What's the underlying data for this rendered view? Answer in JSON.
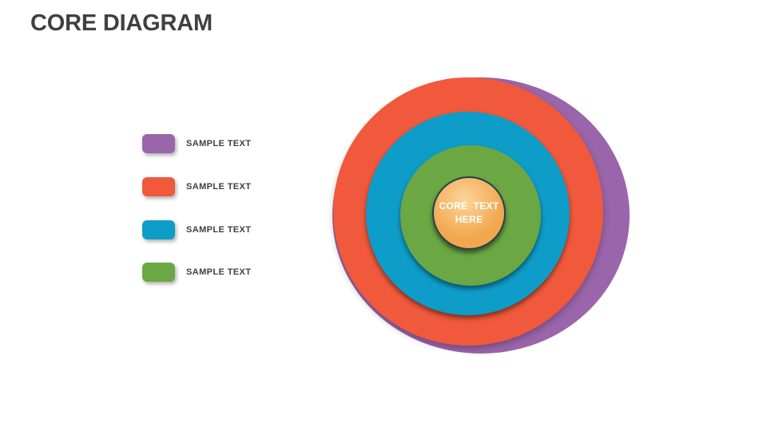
{
  "slide": {
    "title": "CORE DIAGRAM"
  },
  "colors": {
    "background": "#FFFFFF",
    "title-text": "#404040",
    "label-text": "#404040",
    "purple": "#9A65AA",
    "orange": "#F0593B",
    "blue": "#0E9CC9",
    "green": "#6BA844",
    "core-base": "#F2A74E",
    "core-highlight": "#FBD59B",
    "core-border": "#22404E",
    "core-text": "#FFFFFF"
  },
  "legend": {
    "items": [
      {
        "label": "SAMPLE TEXT",
        "color": "purple"
      },
      {
        "label": "SAMPLE TEXT",
        "color": "orange"
      },
      {
        "label": "SAMPLE TEXT",
        "color": "blue"
      },
      {
        "label": "SAMPLE TEXT",
        "color": "green"
      }
    ]
  },
  "diagram": {
    "rings": [
      {
        "name": "back-ring",
        "color": "purple"
      },
      {
        "name": "outer-ring",
        "color": "orange"
      },
      {
        "name": "middle-ring",
        "color": "blue"
      },
      {
        "name": "inner-ring",
        "color": "green"
      },
      {
        "name": "core-circle",
        "color": "core-base"
      }
    ],
    "core_label": "CORE  TEXT\nHERE"
  }
}
